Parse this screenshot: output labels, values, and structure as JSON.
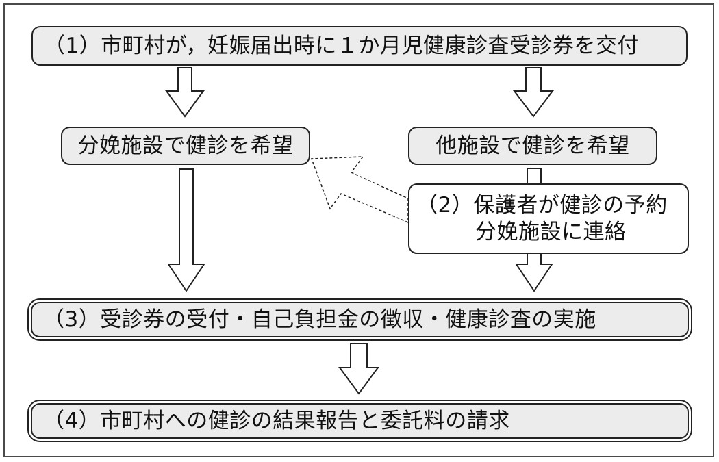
{
  "steps": {
    "step1": "（1）市町村が，妊娠届出時に１か月児健康診査受診券を交付",
    "left_branch": "分娩施設で健診を希望",
    "right_branch": "他施設で健診を希望",
    "step2_line1": "（2）保護者が健診の予約",
    "step2_line2": "分娩施設に連絡",
    "step3": "（3）受診券の受付・自己負担金の徴収・健康診査の実施",
    "step4": "（4）市町村への健診の結果報告と委託料の請求"
  }
}
